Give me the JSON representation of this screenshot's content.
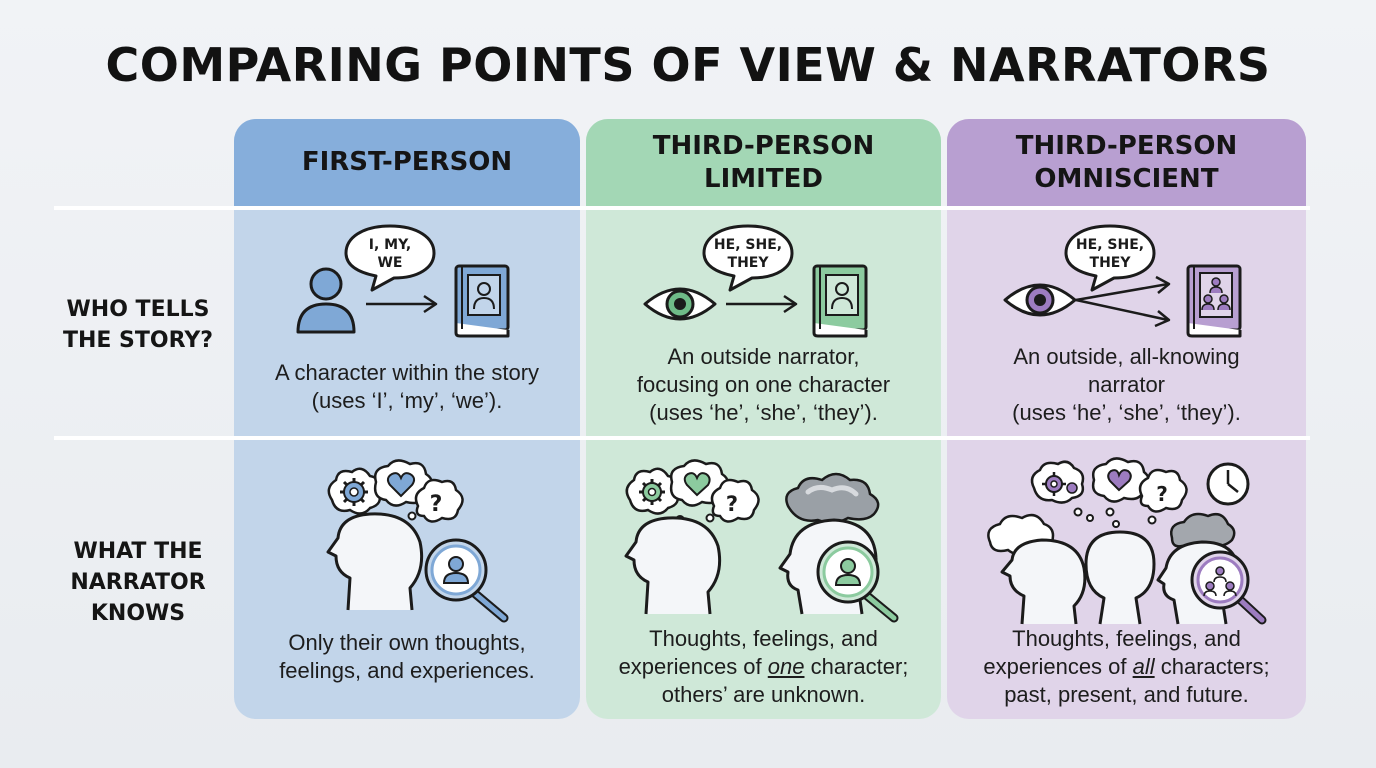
{
  "title": "COMPARING POINTS OF VIEW & NARRATORS",
  "columns": [
    {
      "header": "FIRST-PERSON",
      "bubble": [
        "I, MY,",
        "WE"
      ],
      "who": [
        "A character within the story",
        "(uses ‘I’, ‘my’, ‘we’)."
      ],
      "knows": [
        "Only their own thoughts,",
        "feelings, and experiences."
      ]
    },
    {
      "header": "THIRD-PERSON LIMITED",
      "header_lines": [
        "THIRD-PERSON",
        "LIMITED"
      ],
      "bubble": [
        "HE, SHE,",
        "THEY"
      ],
      "who": [
        "An outside narrator,",
        "focusing on one character",
        "(uses ‘he’, ‘she’, ‘they’)."
      ],
      "knows_pre": "Thoughts, feelings, and",
      "knows_mid_a": "experiences of ",
      "knows_emph": "one",
      "knows_mid_b": " character;",
      "knows_post": "others’ are unknown."
    },
    {
      "header": "THIRD-PERSON OMNISCIENT",
      "header_lines": [
        "THIRD-PERSON",
        "OMNISCIENT"
      ],
      "bubble": [
        "HE, SHE,",
        "THEY"
      ],
      "who": [
        "An outside, all-knowing",
        "narrator",
        "(uses ‘he’, ‘she’, ‘they’)."
      ],
      "knows_pre": "Thoughts, feelings, and",
      "knows_mid_a": "experiences of ",
      "knows_emph": "all",
      "knows_mid_b": " characters;",
      "knows_post": "past, present, and future."
    }
  ],
  "rows": {
    "who_label": [
      "WHO TELLS",
      "THE STORY?"
    ],
    "knows_label": [
      "WHAT THE",
      "NARRATOR",
      "KNOWS"
    ]
  },
  "icons": [
    "person-icon",
    "speech-bubble-icon",
    "arrow-icon",
    "book-icon",
    "eye-icon",
    "head-icon",
    "thought-cloud-icon",
    "gear-icon",
    "heart-icon",
    "question-icon",
    "magnifier-icon",
    "clock-icon",
    "storm-cloud-icon"
  ],
  "colors": {
    "first_header": "#86aedb",
    "first_body": "#c2d5ea",
    "first_accent": "#7fa8d6",
    "limited_header": "#a3d7b5",
    "limited_body": "#cfe8d8",
    "limited_accent": "#8ccb9f",
    "omni_header": "#b89fd1",
    "omni_body": "#e0d4e9",
    "omni_accent": "#9d7cc0"
  }
}
